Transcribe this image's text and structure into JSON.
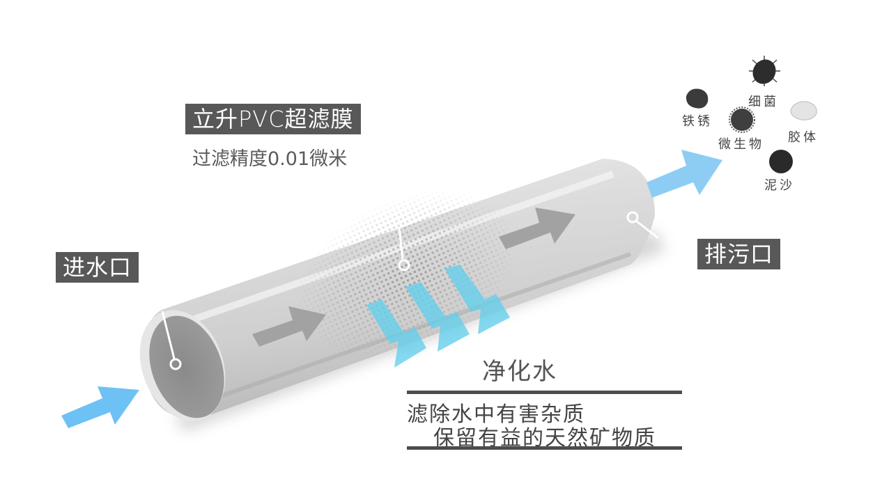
{
  "title_box": {
    "label": "立升PVC超滤膜"
  },
  "subtitle": "过滤精度0.01微米",
  "inlet": {
    "label": "进水口"
  },
  "outlet": {
    "label": "排污口"
  },
  "product": {
    "label": "净化水"
  },
  "benefits": {
    "line1": "滤除水中有害杂质",
    "line2": "保留有益的天然矿物质"
  },
  "impurities": [
    {
      "name": "bacteria",
      "label": "细菌"
    },
    {
      "name": "iron-rust",
      "label": "铁锈"
    },
    {
      "name": "microorganism",
      "label": "微生物"
    },
    {
      "name": "colloid",
      "label": "胶体"
    },
    {
      "name": "silt",
      "label": "泥沙"
    }
  ],
  "colors": {
    "flow_arrow": "#6ec1f5",
    "filtered_arrow": "#7fd6ec",
    "label_bg": "#585858",
    "tube": "#d8d8d8",
    "inner_arrow": "#a2a2a2"
  }
}
